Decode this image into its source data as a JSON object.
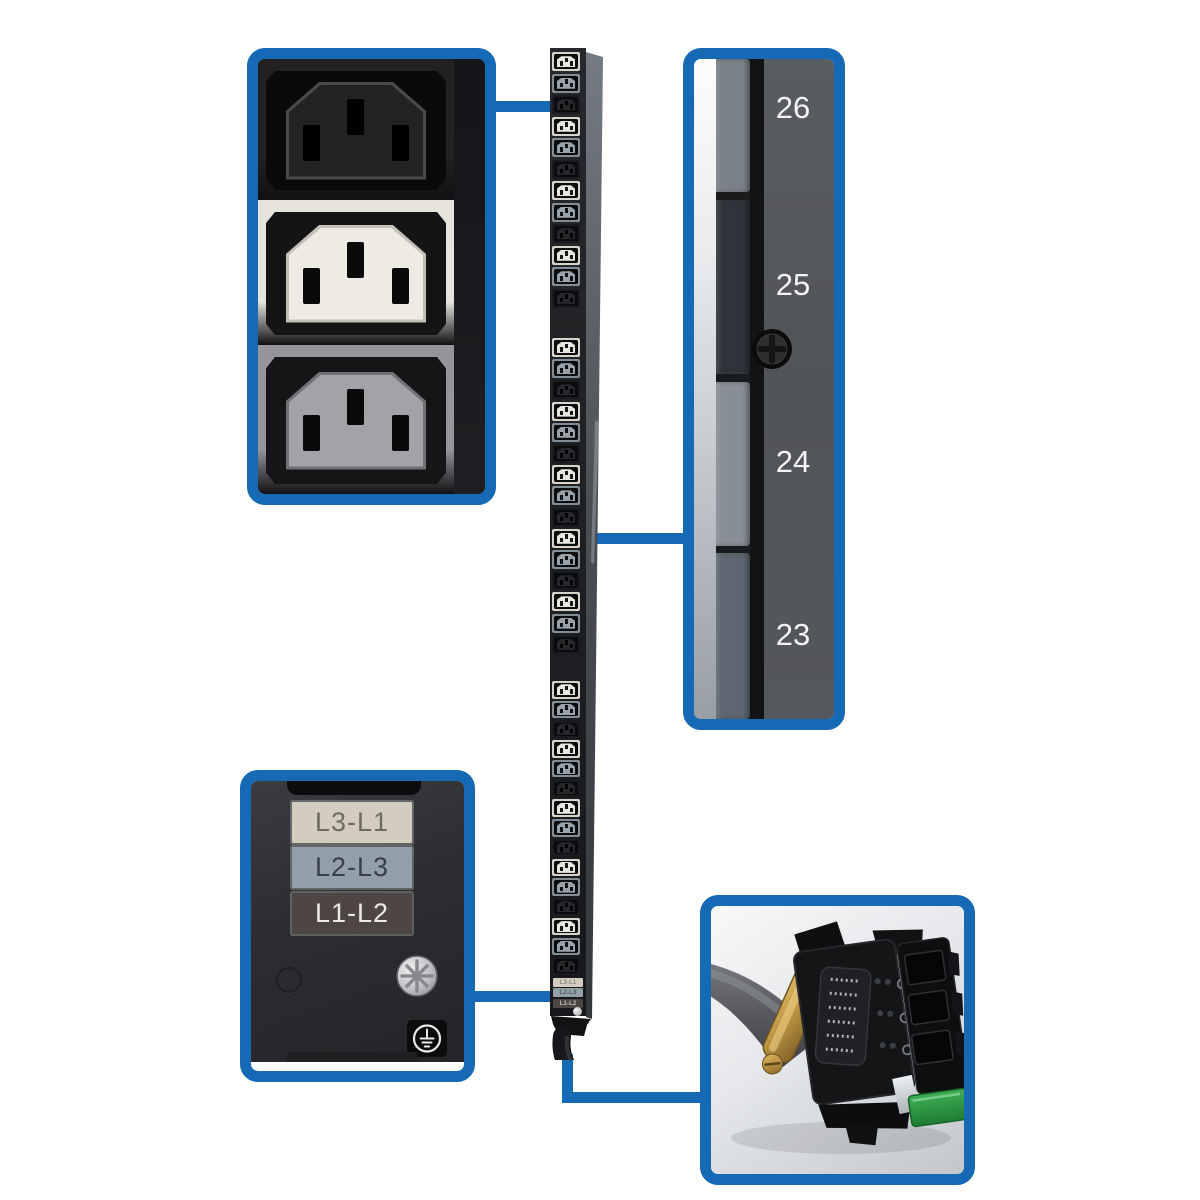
{
  "accent_color": "#1569b5",
  "background_color": "#ffffff",
  "strip": {
    "outlet_count_total": 42,
    "banks": [
      {
        "count": 12
      },
      {
        "count": 15
      },
      {
        "count": 15
      }
    ],
    "outlet_color_cycle": [
      "white",
      "gray",
      "black"
    ],
    "outlet_colors": {
      "white": {
        "bezel": "#d8d4cb",
        "face": "#e9e6df",
        "slot": "#17181a"
      },
      "gray": {
        "bezel": "#828d96",
        "face": "#97a2ab",
        "slot": "#101113"
      },
      "black": {
        "bezel": "#1a1b1e",
        "face": "#26282c",
        "slot": "#000000"
      }
    },
    "mini_labels": [
      "L3-L1",
      "L2-L3",
      "L1-L2"
    ]
  },
  "callouts": {
    "outlet_types": {
      "modules": [
        {
          "name": "black-c13-outlet",
          "bezel": "#212121",
          "face": "#232323",
          "rim": "#4a4a4a",
          "recess": "#0a0a0a",
          "slot": "#000000"
        },
        {
          "name": "white-c13-outlet",
          "bezel": "#e6e3dc",
          "face": "#edebe4",
          "rim": "#c2bfb6",
          "recess": "#141414",
          "slot": "#0a0a0a"
        },
        {
          "name": "gray-c13-outlet",
          "bezel": "#95969a",
          "face": "#a2a3a6",
          "rim": "#6f7174",
          "recess": "#141517",
          "slot": "#0a0a0a"
        }
      ]
    },
    "outlet_numbering": {
      "numbers": [
        "26",
        "25",
        "24",
        "23"
      ],
      "number_color": "#f3f3f3",
      "panel_color": "#54575b",
      "side_segments": [
        "#7a8187",
        "#30343a",
        "#878e94",
        "#5d6771"
      ]
    },
    "phase_labels": {
      "labels": [
        {
          "text": "L3-L1",
          "bg": "#d2cdbf",
          "fg": "#6e6a60"
        },
        {
          "text": "L2-L3",
          "bg": "#93a0a9",
          "fg": "#394049"
        },
        {
          "text": "L1-L2",
          "bg": "#4e4644",
          "fg": "#eceae6"
        }
      ]
    },
    "connector": {
      "name": "input-power-connector"
    }
  }
}
